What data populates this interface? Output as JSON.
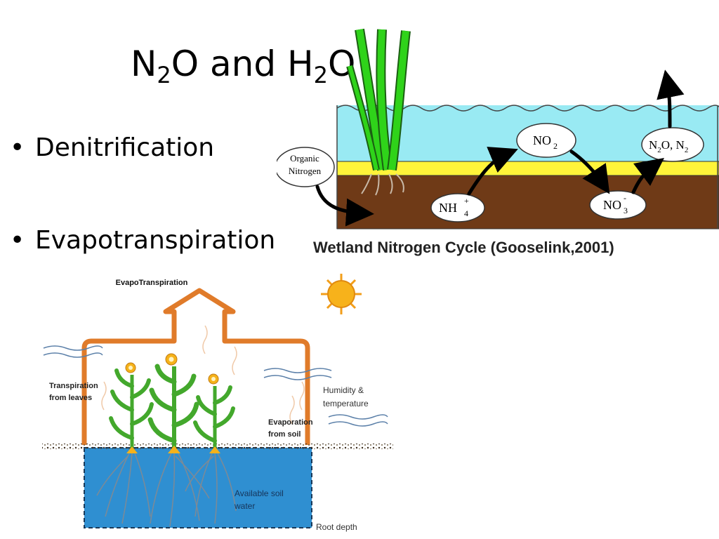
{
  "slide": {
    "title": {
      "part1": "N",
      "sub1": "2",
      "part2": "O and H",
      "sub2": "2",
      "part3": "O"
    },
    "bullets": [
      {
        "icon": "bullet-dot",
        "text": "Denitrification"
      },
      {
        "icon": "bullet-dot",
        "text": "Evapotranspiration"
      }
    ]
  },
  "wetland_diagram": {
    "caption": "Wetland Nitrogen Cycle (Gooselink,2001)",
    "organic_line1": "Organic",
    "organic_line2": "Nitrogen",
    "nh4": {
      "base": "NH",
      "sup": "+",
      "sub": "4"
    },
    "no2": {
      "base": "NO",
      "sub": "2"
    },
    "no3": {
      "base": "NO",
      "sup": "-",
      "sub": "3"
    },
    "n2o": {
      "a": "N",
      "a_sub": "2",
      "b": "O, N",
      "b_sub": "2"
    },
    "colors": {
      "water": "#99eaf3",
      "surface": "#fff43a",
      "sediment": "#6f3a17",
      "plant": "#2fd31a"
    }
  },
  "et_diagram": {
    "evapotranspiration": "EvapoTranspiration",
    "transpiration_line1": "Transpiration",
    "transpiration_line2": "from leaves",
    "humidity_line1": "Humidity &",
    "humidity_line2": "temperature",
    "evaporation_line1": "Evaporation",
    "evaporation_line2": "from soil",
    "soil_water_line1": "Available soil",
    "soil_water_line2": "water",
    "root_depth": "Root depth",
    "colors": {
      "arrow": "#e07b2a",
      "soil_water": "#2f8fd1",
      "sun": "#f7b21b",
      "plant": "#43a82c",
      "flower": "#f5b21a"
    }
  }
}
